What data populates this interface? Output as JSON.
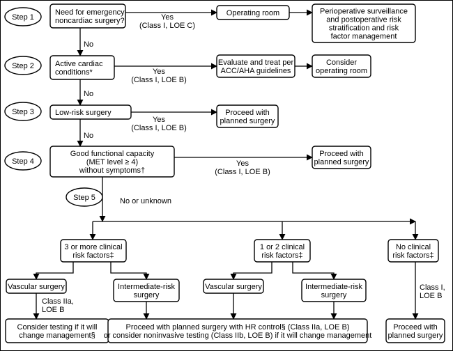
{
  "colors": {
    "background": "#ffffff",
    "line": "#000000"
  },
  "steps": {
    "s1": "Step 1",
    "s2": "Step 2",
    "s3": "Step 3",
    "s4": "Step 4",
    "s5": "Step 5"
  },
  "nodes": {
    "q1": [
      "Need for emergency",
      "noncardiac surgery?"
    ],
    "operating_room": [
      "Operating room"
    ],
    "periop": [
      "Perioperative surveillance",
      "and postoperative risk",
      "stratification and risk",
      "factor management"
    ],
    "q2": [
      "Active cardiac",
      "conditions*"
    ],
    "evaluate": [
      "Evaluate and treat per",
      "ACC/AHA guidelines"
    ],
    "consider_or": [
      "Consider",
      "operating room"
    ],
    "q3": [
      "Low-risk surgery"
    ],
    "proceed1": [
      "Proceed with",
      "planned surgery"
    ],
    "q4": [
      "Good functional capacity",
      "(MET level ≥ 4)",
      "without symptoms†"
    ],
    "proceed2": [
      "Proceed with",
      "planned surgery"
    ],
    "rf3": [
      "3 or more clinical",
      "risk factors‡"
    ],
    "rf12": [
      "1 or 2 clinical",
      "risk factors‡"
    ],
    "rf0": [
      "No clinical",
      "risk factors‡"
    ],
    "vasc1": [
      "Vascular surgery"
    ],
    "inter1": [
      "Intermediate-risk",
      "surgery"
    ],
    "vasc2": [
      "Vascular surgery"
    ],
    "inter2": [
      "Intermediate-risk",
      "surgery"
    ],
    "consider_testing": [
      "Consider testing if it will",
      "change management§"
    ],
    "proceed_hr": [
      "Proceed with planned surgery with HR control§ (Class IIa, LOE B)",
      "or consider noninvasive testing (Class IIb, LOE B) if it will change management"
    ],
    "proceed3": [
      "Proceed with",
      "planned surgery"
    ]
  },
  "labels": {
    "yes1": [
      "Yes",
      "(Class I, LOE C)"
    ],
    "no1": [
      "No"
    ],
    "yes2": [
      "Yes",
      "(Class I, LOE B)"
    ],
    "no2": [
      "No"
    ],
    "yes3": [
      "Yes",
      "(Class I, LOE B)"
    ],
    "no3": [
      "No"
    ],
    "yes4": [
      "Yes",
      "(Class I, LOE B)"
    ],
    "no_unknown": [
      "No or unknown"
    ],
    "class_iia": [
      "Class IIa,",
      "LOE B"
    ],
    "class_i": [
      "Class I,",
      "LOE B"
    ]
  }
}
